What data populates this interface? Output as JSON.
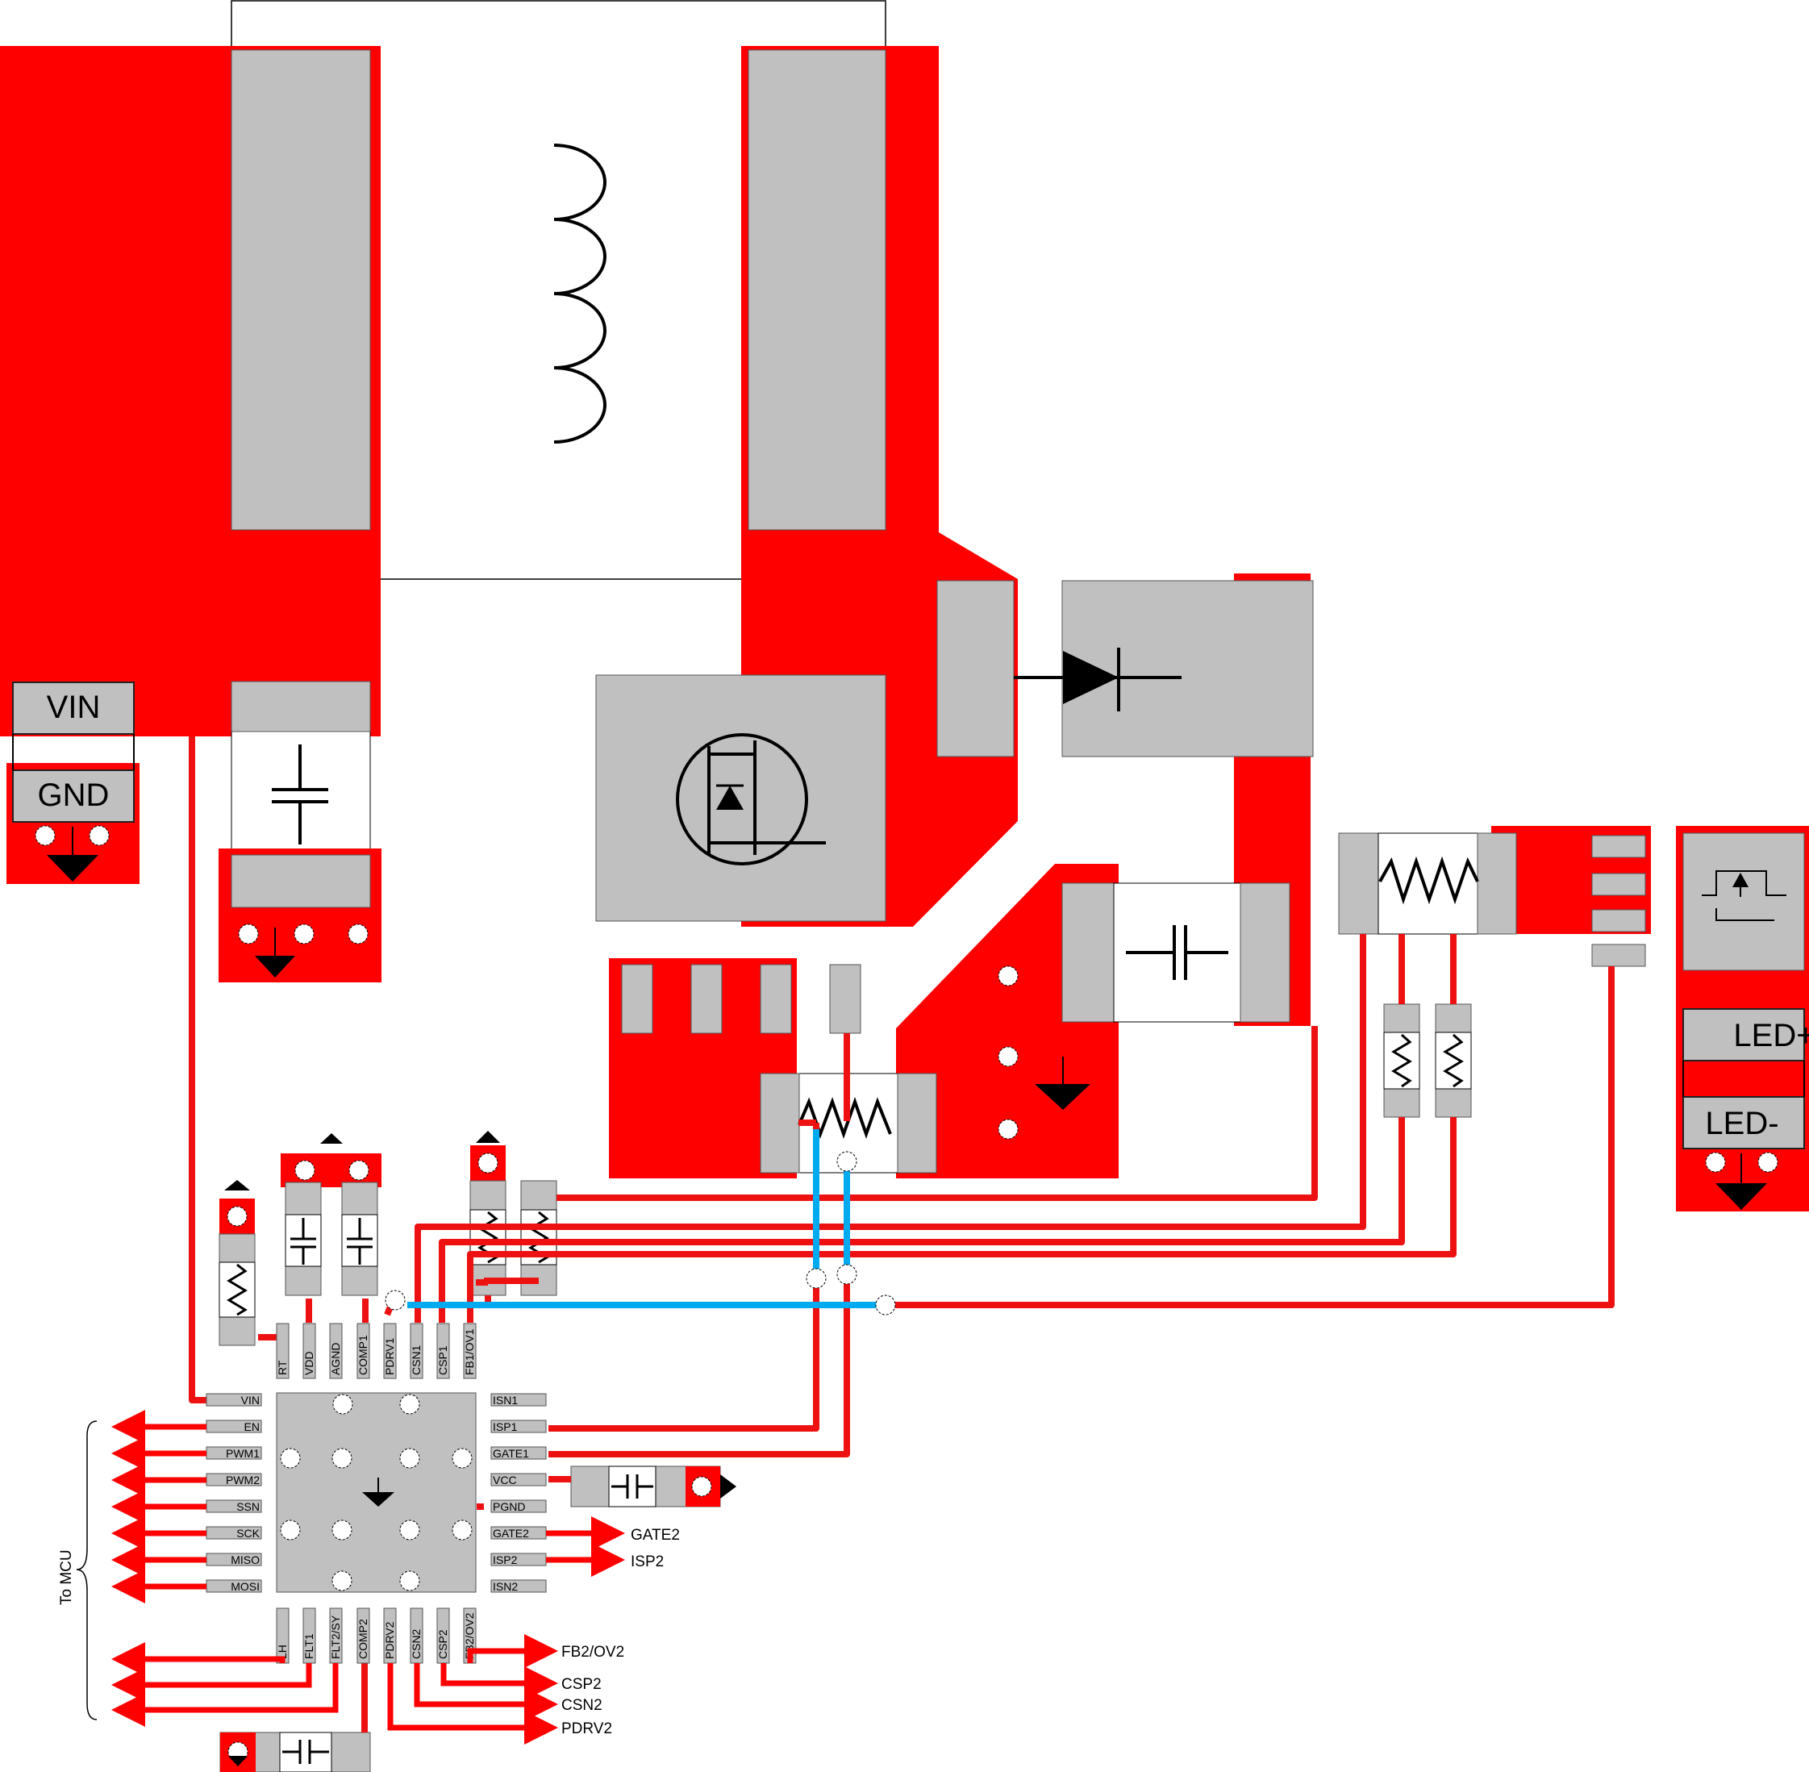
{
  "connectors": {
    "vin": "VIN",
    "gnd": "GND",
    "led_plus": "LED+",
    "led_minus": "LED-"
  },
  "ic": {
    "top_pins": [
      "RT",
      "VDD",
      "AGND",
      "COMP1",
      "PDRV1",
      "CSN1",
      "CSP1",
      "FB1/OV1"
    ],
    "left_pins": [
      "VIN",
      "EN",
      "PWM1",
      "PWM2",
      "SSN",
      "SCK",
      "MISO",
      "MOSI"
    ],
    "right_pins": [
      "ISN1",
      "ISP1",
      "GATE1",
      "VCC",
      "PGND",
      "GATE2",
      "ISP2",
      "ISN2"
    ],
    "bottom_pins": [
      "LH",
      "FLT1",
      "FLT2/SY",
      "COMP2",
      "PDRV2",
      "CSN2",
      "CSP2",
      "FB2/OV2"
    ]
  },
  "signals": {
    "gate2": "GATE2",
    "isp2": "ISP2",
    "fb2": "FB2/OV2",
    "csp2": "CSP2",
    "csn2": "CSN2",
    "pdrv2": "PDRV2"
  },
  "mcu_label": "To MCU",
  "colors": {
    "copper": "#ff0000",
    "pad": "#c0c0c0",
    "trace": "#ee1111",
    "second_layer_trace": "#00aaee"
  }
}
